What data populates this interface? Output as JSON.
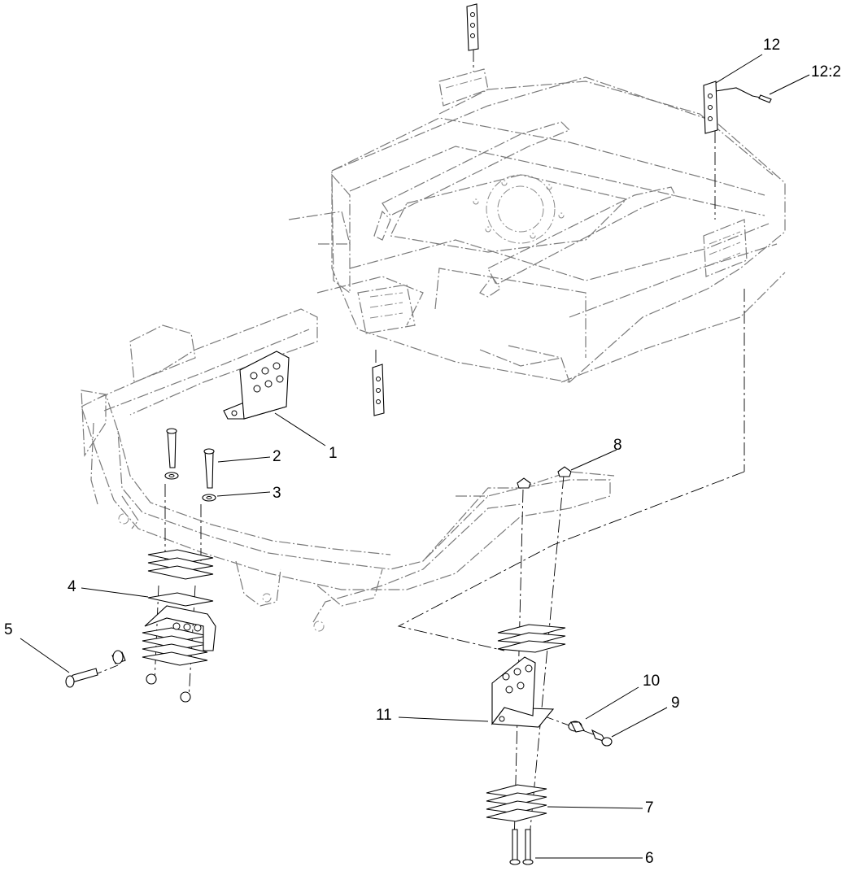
{
  "diagram": {
    "callouts": [
      {
        "id": "c1",
        "label": "1"
      },
      {
        "id": "c2",
        "label": "2"
      },
      {
        "id": "c3",
        "label": "3"
      },
      {
        "id": "c4",
        "label": "4"
      },
      {
        "id": "c5",
        "label": "5"
      },
      {
        "id": "c6",
        "label": "6"
      },
      {
        "id": "c7",
        "label": "7"
      },
      {
        "id": "c8",
        "label": "8"
      },
      {
        "id": "c9",
        "label": "9"
      },
      {
        "id": "c10",
        "label": "10"
      },
      {
        "id": "c11",
        "label": "11"
      },
      {
        "id": "c12",
        "label": "12"
      },
      {
        "id": "c12-2",
        "label": "12:2"
      }
    ]
  }
}
